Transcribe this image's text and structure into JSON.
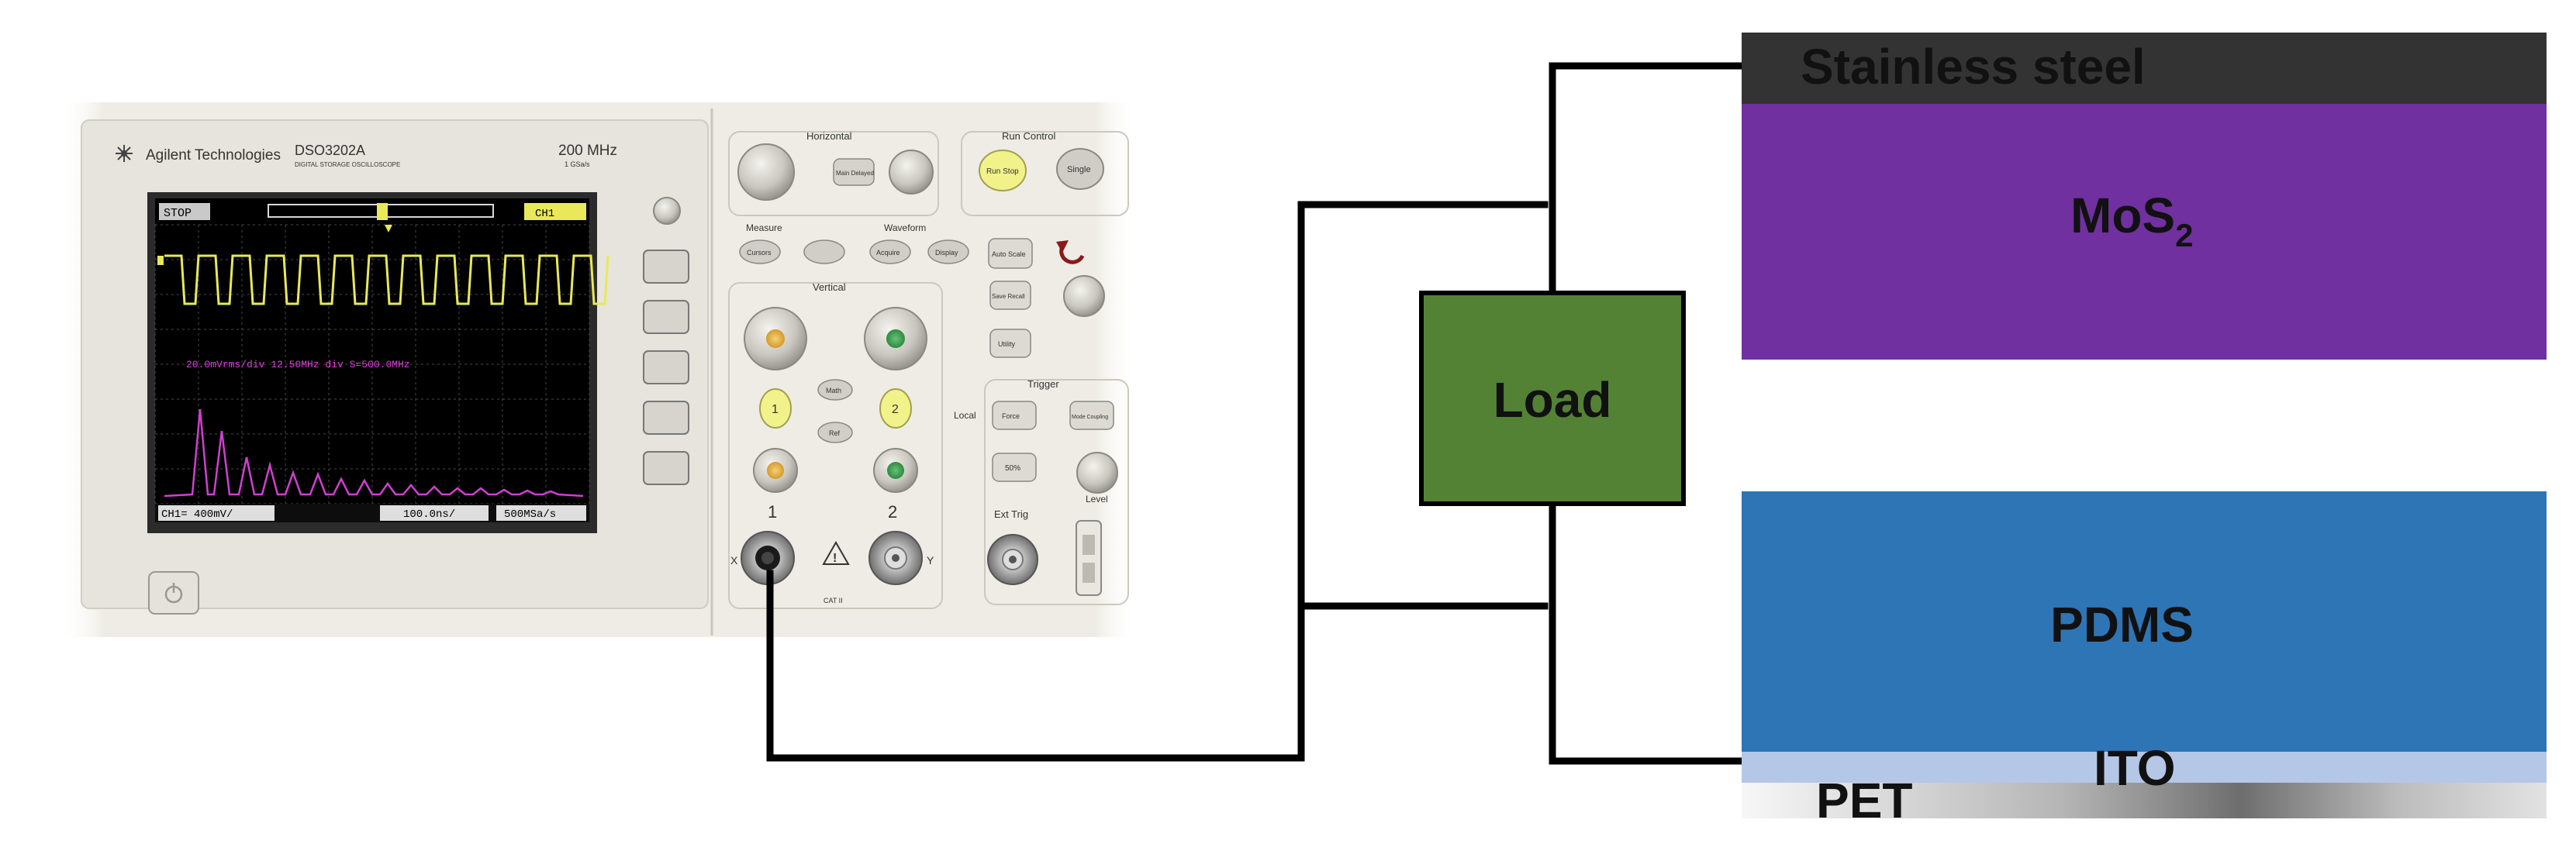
{
  "oscilloscope": {
    "brand": "Agilent Technologies",
    "model": "DSO3202A",
    "model_subtitle": "DIGITAL STORAGE OSCILLOSCOPE",
    "bandwidth": "200 MHz",
    "sample_rate": "1 GSa/s",
    "panel_labels": {
      "horizontal": "Horizontal",
      "run_control": "Run Control",
      "measure": "Measure",
      "waveform": "Waveform",
      "vertical": "Vertical",
      "trigger": "Trigger",
      "local": "Local",
      "level": "Level",
      "ext_trig": "Ext Trig",
      "ch1_number": "1",
      "ch2_number": "2",
      "x_mark": "X",
      "y_mark": "Y",
      "run_stop": "Run Stop",
      "single": "Single",
      "auto_scale": "Auto Scale",
      "save_recall": "Save Recall",
      "utility": "Utility",
      "cursors": "Cursors",
      "acquire": "Acquire",
      "display": "Display",
      "math": "Math",
      "ref": "Ref",
      "menu_zoom": "Main Delayed",
      "mode_coupling": "Mode Coupling",
      "force": "Force",
      "fifty_pct": "50%",
      "cat_rating": "CAT II"
    },
    "screen": {
      "status": "STOP",
      "channel_badge": "CH1",
      "fft_readout": "20.0mVrms/div  12.50MHz  div  S=500.0MHz",
      "bottom_left": "CH1=  400mV/",
      "bottom_mid": "100.0ns/",
      "bottom_right": "500MSa/s"
    }
  },
  "load": {
    "label": "Load"
  },
  "layers": {
    "stainless_steel": "Stainless steel",
    "mos2_base": "MoS",
    "mos2_subscript": "2",
    "pdms": "PDMS",
    "ito": "ITO",
    "pet": "PET"
  },
  "colors": {
    "stainless_steel": "#333333",
    "mos2": "#7030A0",
    "pdms": "#2E75B6",
    "ito": "#B4C7E7",
    "load": "#548235",
    "wire": "#000000",
    "ch1_trace": "#E8E85A",
    "fft_trace": "#D040D0",
    "oscilloscope_body": "#ECEAE2"
  }
}
